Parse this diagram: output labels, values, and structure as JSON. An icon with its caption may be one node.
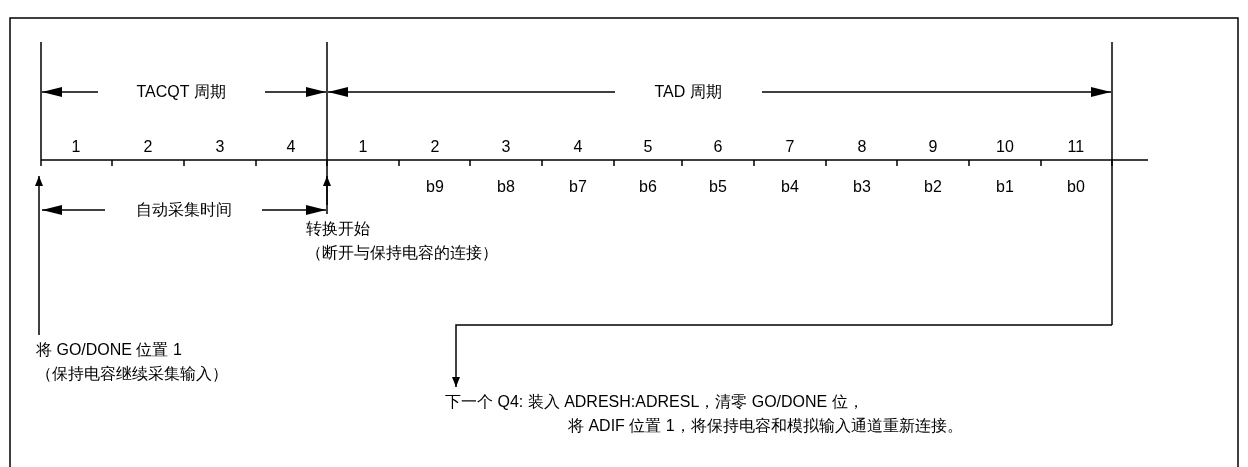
{
  "diagram": {
    "nodes": [
      {
        "text": [
          "将 GO/DONE 位置 1",
          "（保持电容继续采集输入）"
        ]
      },
      {
        "text": [
          "转换开始",
          "（断开与保持电容的连接）"
        ]
      },
      {
        "text": [
          "下一个 Q4: 装入 ADRESH:ADRESL，清零 GO/DONE 位，",
          "将 ADIF 位置 1，将保持电容和模拟输入通道重新连接。"
        ]
      }
    ],
    "edges": [
      {
        "from": 0,
        "to": null,
        "arrow": "to"
      },
      {
        "from": 1,
        "to": null,
        "arrow": "to"
      },
      {
        "from": null,
        "to": 2,
        "arrow": "to"
      }
    ],
    "labels": [
      "TACQT 周期",
      "TAD 周期",
      "1",
      "2",
      "3",
      "4",
      "1",
      "2",
      "3",
      "4",
      "5",
      "6",
      "7",
      "8",
      "9",
      "10",
      "11",
      "b9",
      "b8",
      "b7",
      "b6",
      "b5",
      "b4",
      "b3",
      "b2",
      "b1",
      "b0",
      "自动采集时间"
    ]
  }
}
